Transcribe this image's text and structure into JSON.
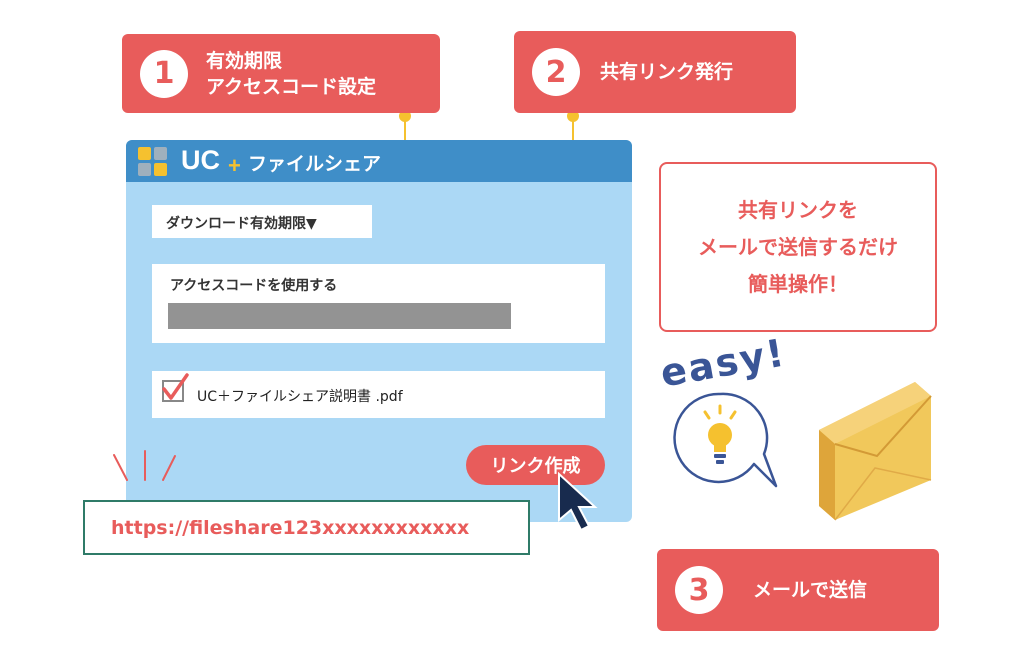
{
  "steps": [
    {
      "number": "1",
      "label_lines": [
        "有効期限",
        "アクセスコード設定"
      ]
    },
    {
      "number": "2",
      "label_lines": [
        "共有リンク発行"
      ]
    },
    {
      "number": "3",
      "label_lines": [
        "メールで送信"
      ]
    }
  ],
  "app": {
    "brand": "UC",
    "brand_plus": "+",
    "title": "ファイルシェア",
    "expiry_label": "ダウンロード有効期限▼",
    "access_code_label": "アクセスコードを使用する",
    "file_name": "UC＋ファイルシェア説明書 .pdf",
    "create_link_button": "リンク作成"
  },
  "generated_url": "https://fileshare123xxxxxxxxxxxx",
  "message": {
    "lines": [
      "共有リンクを",
      "メールで送信するだけ",
      "簡単操作！"
    ]
  },
  "easy_text": "easy!",
  "colors": {
    "accent_red": "#e85c5b",
    "window_blue": "#abd8f5",
    "header_blue": "#3f8ec8",
    "connector_yellow": "#f5c12f",
    "url_border_green": "#2f7b68",
    "easy_navy": "#3a5596"
  }
}
